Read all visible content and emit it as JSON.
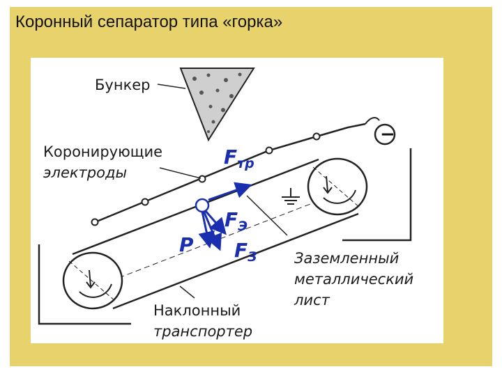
{
  "title": "Коронный сепаратор типа «горка»",
  "colors": {
    "slide_bg": "#E8D26B",
    "panel_bg": "#FFFFFF",
    "force_blue": "#1A2FB0",
    "line": "#1A1A1A"
  },
  "labels": {
    "bunker": "Бункер",
    "electrodes_line1": "Коронирующие",
    "electrodes_line2": "электроды",
    "grounded_line1": "Заземленный",
    "grounded_line2": "металлический",
    "grounded_line3": "лист",
    "conveyor_line1": "Наклонный",
    "conveyor_line2": "транспортер"
  },
  "forces": {
    "friction": {
      "main": "F",
      "sub": "тр"
    },
    "electric": {
      "main": "F",
      "sub": "Э"
    },
    "ground": {
      "main": "F",
      "sub": "З"
    },
    "gravity": "P"
  },
  "polarity": "−"
}
